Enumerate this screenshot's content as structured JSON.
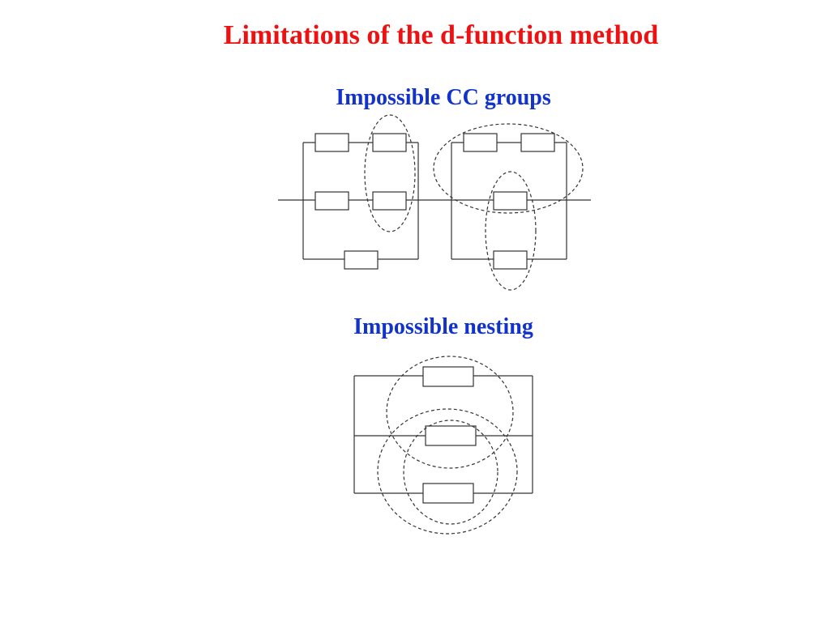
{
  "slide": {
    "title": "Limitations of the d-function method",
    "title_color": "#ee1111",
    "heading_color": "#1133cc"
  },
  "sections": {
    "cc_groups": {
      "heading": "Impossible CC groups"
    },
    "nesting": {
      "heading": "Impossible nesting"
    }
  }
}
